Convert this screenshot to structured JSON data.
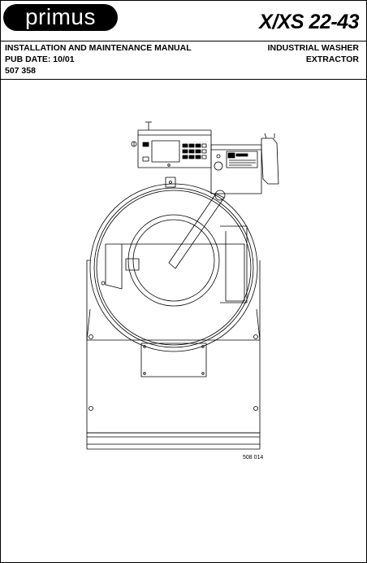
{
  "header": {
    "brand": "primus",
    "model": "X/XS 22-43"
  },
  "doc": {
    "manual_title": "INSTALLATION AND MAINTENANCE MANUAL",
    "pub_date": "PUB DATE: 10/01",
    "doc_number": "507 358",
    "product_line1": "INDUSTRIAL WASHER",
    "product_line2": "EXTRACTOR"
  },
  "figure": {
    "drawing_code": "508 014"
  }
}
